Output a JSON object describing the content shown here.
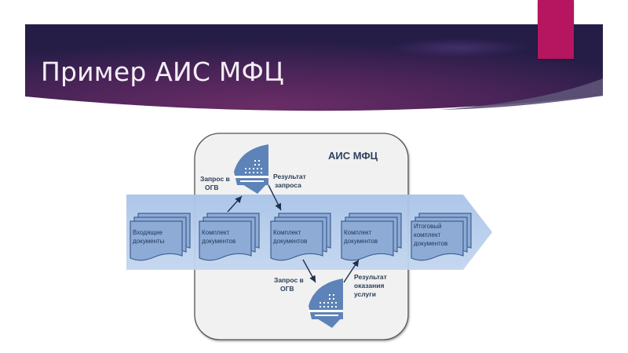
{
  "slide": {
    "title": "Пример АИС МФЦ"
  },
  "diagram": {
    "system_label": "АИС МФЦ",
    "documents": [
      {
        "line1": "Входящие",
        "line2": "документы",
        "line3": ""
      },
      {
        "line1": "Комплект",
        "line2": "документов",
        "line3": ""
      },
      {
        "line1": "Комплект",
        "line2": "документов",
        "line3": ""
      },
      {
        "line1": "Комплект",
        "line2": "документов",
        "line3": ""
      },
      {
        "line1": "Итоговый",
        "line2": "комплект",
        "line3": "документов"
      }
    ],
    "top_request": {
      "line1": "Запрос в",
      "line2": "ОГВ"
    },
    "top_result": {
      "line1": "Результат",
      "line2": "запроса"
    },
    "bottom_request": {
      "line1": "Запрос в",
      "line2": "ОГВ"
    },
    "bottom_result": {
      "line1": "Результат",
      "line2": "оказания",
      "line3": "услуги"
    },
    "icons": [
      "government-building-icon",
      "government-building-icon"
    ]
  },
  "colors": {
    "banner_dark": "#2a1f4a",
    "banner_mid": "#5e2a62",
    "accent": "#b5165f",
    "band": "#9dbbe2",
    "doc_fill": "#8eabd6",
    "doc_border": "#3e5f91",
    "building": "#5d83b8"
  }
}
